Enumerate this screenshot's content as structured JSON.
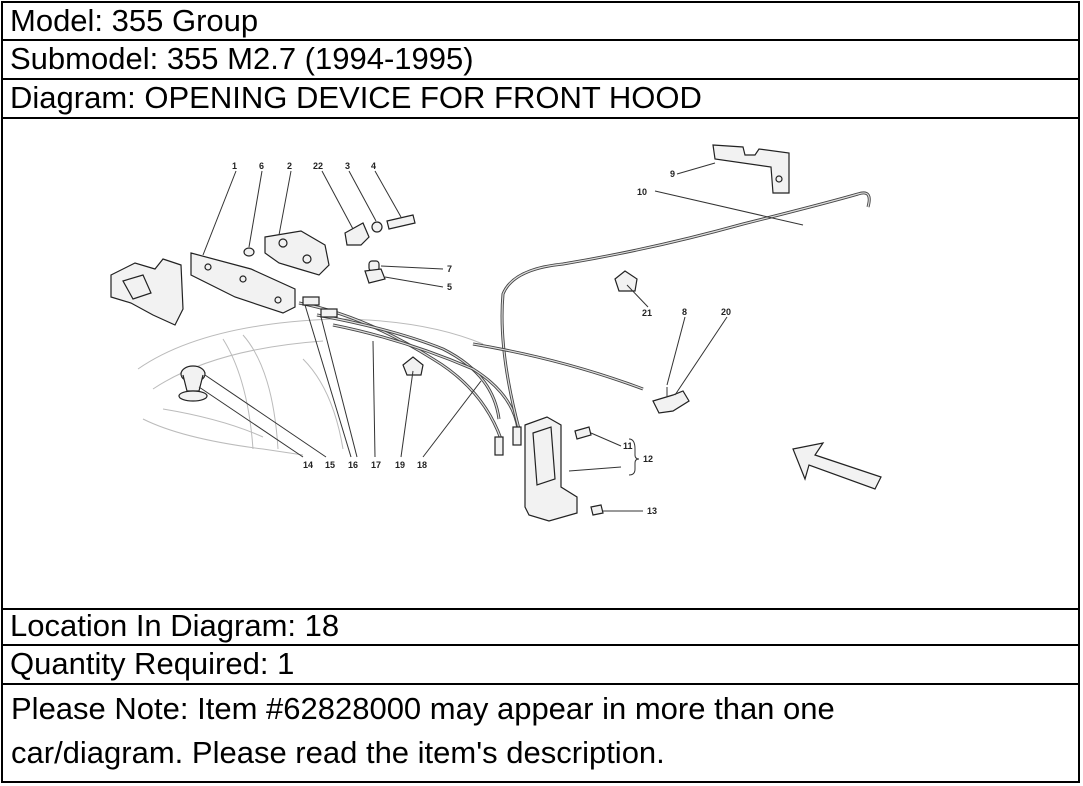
{
  "model_line": "Model: 355 Group",
  "submodel_line": "Submodel: 355 M2.7 (1994-1995)",
  "diagram_line": "Diagram: OPENING DEVICE FOR FRONT HOOD",
  "location_line": "Location In Diagram: 18",
  "quantity_line": "Quantity Required: 1",
  "note_line1": "Please Note: Item #62828000 may appear in more than one",
  "note_line2": "car/diagram. Please read the item's description.",
  "callouts": {
    "c1": "1",
    "c6": "6",
    "c2": "2",
    "c22": "22",
    "c3": "3",
    "c4": "4",
    "c7": "7",
    "c5": "5",
    "c9": "9",
    "c10": "10",
    "c21": "21",
    "c8": "8",
    "c20": "20",
    "c11": "11",
    "c12": "12",
    "c13": "13",
    "c14": "14",
    "c15": "15",
    "c16": "16",
    "c17": "17",
    "c19": "19",
    "c18": "18"
  }
}
